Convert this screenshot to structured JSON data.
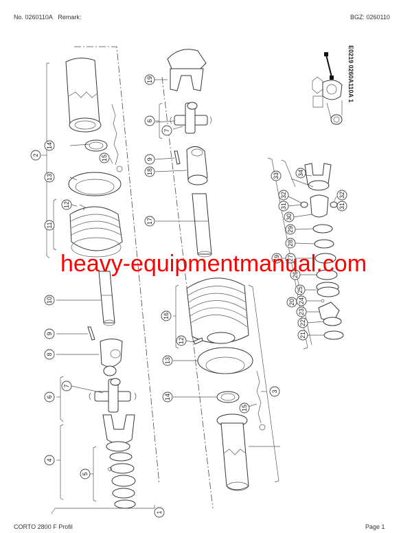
{
  "header": {
    "document_no": "No. 0260110A",
    "remark_label": "Remark:",
    "bgz": "BGZ: 0260110"
  },
  "footer": {
    "model": "CORTO 2800 F Profil",
    "page": "Page 1"
  },
  "figure_code": "E0219 0260A110A 1",
  "watermark": "heavy-equipmentmanual.com",
  "callouts": {
    "c1": "1",
    "c2": "2",
    "c3": "3",
    "c4": "4",
    "c5": "5",
    "c6a": "6",
    "c6b": "6",
    "c7a": "7",
    "c7b": "7",
    "c8": "8",
    "c9a": "9",
    "c9b": "9",
    "c10": "10",
    "c11": "11",
    "c12a": "12",
    "c12b": "12",
    "c13a": "13",
    "c13b": "13",
    "c14a": "14",
    "c14b": "14",
    "c15a": "15",
    "c15b": "15",
    "c16": "16",
    "c17": "17",
    "c18": "18",
    "c19a": "19",
    "c19b": "19",
    "c20": "20",
    "c21": "21",
    "c22": "22",
    "c23": "23",
    "c24": "24",
    "c25": "25",
    "c26": "26",
    "c27": "27",
    "c28": "28",
    "c29": "29",
    "c30": "30",
    "c31a": "31",
    "c31b": "31",
    "c32a": "32",
    "c32b": "32",
    "c33": "33",
    "c34": "34"
  },
  "colors": {
    "watermark": "#ff0000",
    "line": "#333333"
  }
}
